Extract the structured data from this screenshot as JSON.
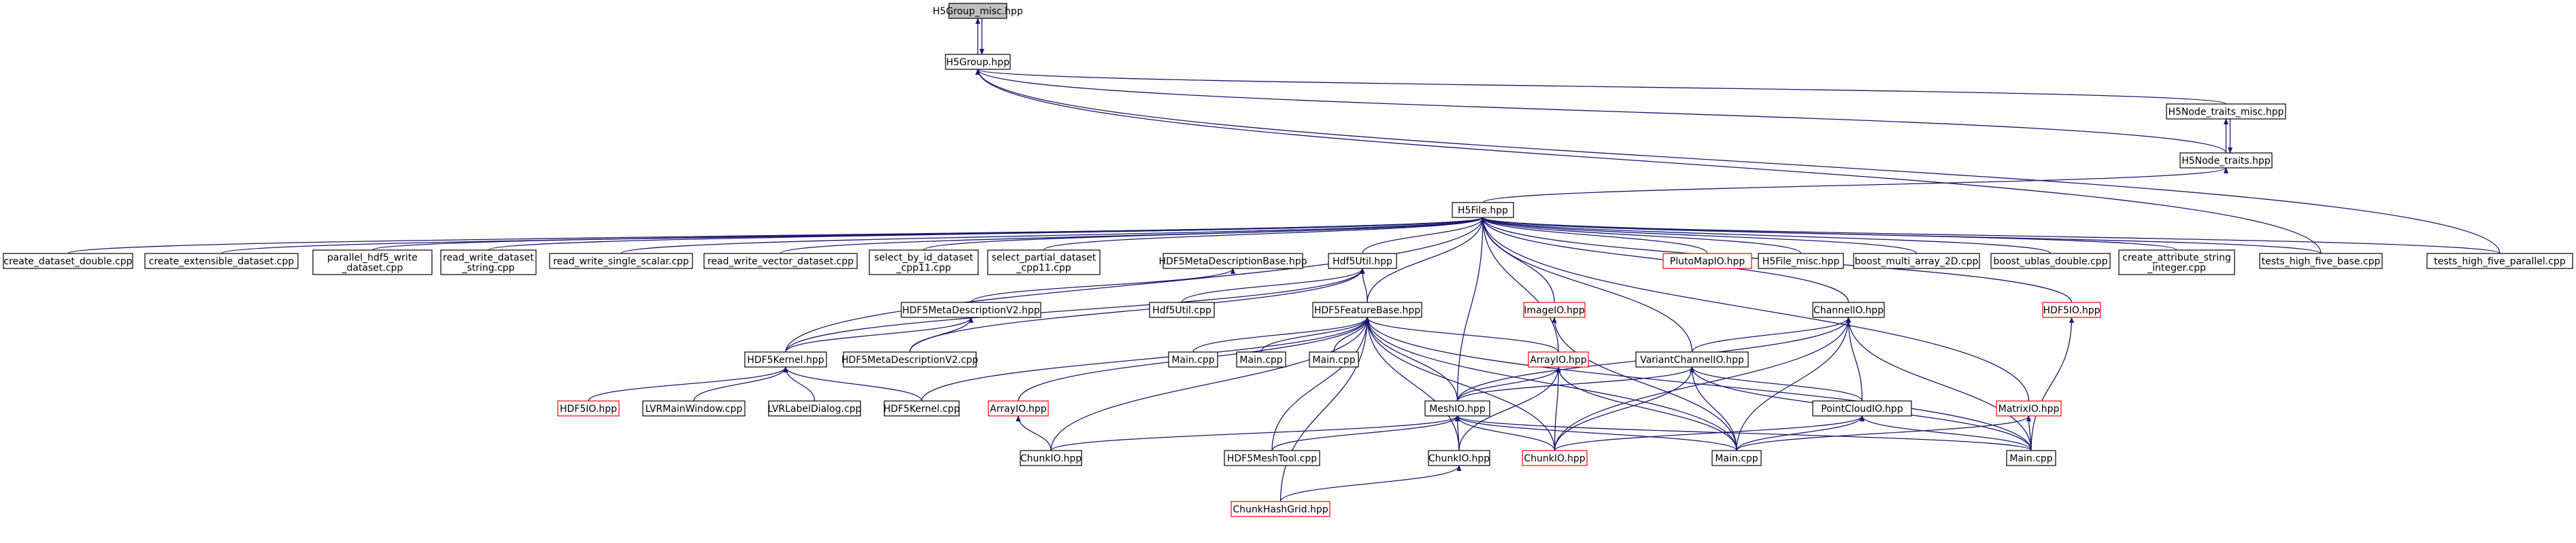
{
  "colors": {
    "edge": "#191970",
    "node_border": "#000000",
    "node_border_missing": "#ff0000",
    "root_fill": "#bfbfbf"
  },
  "nodes": [
    {
      "id": "h5group_misc",
      "label": [
        "H5Group_misc.hpp"
      ],
      "kind": "root"
    },
    {
      "id": "h5group",
      "label": [
        "H5Group.hpp"
      ]
    },
    {
      "id": "h5node_traits_misc",
      "label": [
        "H5Node_traits_misc.hpp"
      ]
    },
    {
      "id": "h5node_traits",
      "label": [
        "H5Node_traits.hpp"
      ]
    },
    {
      "id": "h5file",
      "label": [
        "H5File.hpp"
      ]
    },
    {
      "id": "create_dataset_double",
      "label": [
        "create_dataset_double.cpp"
      ]
    },
    {
      "id": "create_extensible_dataset",
      "label": [
        "create_extensible_dataset.cpp"
      ]
    },
    {
      "id": "parallel_hdf5_write",
      "label": [
        "parallel_hdf5_write",
        "_dataset.cpp"
      ]
    },
    {
      "id": "read_write_dataset_string",
      "label": [
        "read_write_dataset",
        "_string.cpp"
      ]
    },
    {
      "id": "read_write_single_scalar",
      "label": [
        "read_write_single_scalar.cpp"
      ]
    },
    {
      "id": "read_write_vector_dataset",
      "label": [
        "read_write_vector_dataset.cpp"
      ]
    },
    {
      "id": "select_by_id_dataset",
      "label": [
        "select_by_id_dataset",
        "_cpp11.cpp"
      ]
    },
    {
      "id": "select_partial_dataset",
      "label": [
        "select_partial_dataset",
        "_cpp11.cpp"
      ]
    },
    {
      "id": "hdf5metadescriptionbase",
      "label": [
        "HDF5MetaDescriptionBase.hpp"
      ]
    },
    {
      "id": "hdf5util_hpp",
      "label": [
        "Hdf5Util.hpp"
      ]
    },
    {
      "id": "plutomapio",
      "label": [
        "PlutoMapIO.hpp"
      ],
      "kind": "red"
    },
    {
      "id": "h5file_misc",
      "label": [
        "H5File_misc.hpp"
      ]
    },
    {
      "id": "boost_multi_array_2d",
      "label": [
        "boost_multi_array_2D.cpp"
      ]
    },
    {
      "id": "boost_ublas_double",
      "label": [
        "boost_ublas_double.cpp"
      ]
    },
    {
      "id": "create_attribute_string_integer",
      "label": [
        "create_attribute_string",
        "_integer.cpp"
      ]
    },
    {
      "id": "tests_high_five_base",
      "label": [
        "tests_high_five_base.cpp"
      ]
    },
    {
      "id": "tests_high_five_parallel",
      "label": [
        "tests_high_five_parallel.cpp"
      ]
    },
    {
      "id": "hdf5metadescriptionv2_hpp",
      "label": [
        "HDF5MetaDescriptionV2.hpp"
      ]
    },
    {
      "id": "hdf5util_cpp",
      "label": [
        "Hdf5Util.cpp"
      ]
    },
    {
      "id": "hdf5featurebase",
      "label": [
        "HDF5FeatureBase.hpp"
      ]
    },
    {
      "id": "imageio",
      "label": [
        "ImageIO.hpp"
      ],
      "kind": "red"
    },
    {
      "id": "channelio",
      "label": [
        "ChannelIO.hpp"
      ]
    },
    {
      "id": "hdf5io_right",
      "label": [
        "HDF5IO.hpp"
      ],
      "kind": "red"
    },
    {
      "id": "hdf5kernel_hpp",
      "label": [
        "HDF5Kernel.hpp"
      ]
    },
    {
      "id": "hdf5metadescriptionv2_cpp",
      "label": [
        "HDF5MetaDescriptionV2.cpp"
      ]
    },
    {
      "id": "main_cpp_a",
      "label": [
        "Main.cpp"
      ]
    },
    {
      "id": "main_cpp_b",
      "label": [
        "Main.cpp"
      ]
    },
    {
      "id": "main_cpp_c",
      "label": [
        "Main.cpp"
      ]
    },
    {
      "id": "arrayio_top",
      "label": [
        "ArrayIO.hpp"
      ],
      "kind": "red"
    },
    {
      "id": "variantchannelio",
      "label": [
        "VariantChannelIO.hpp"
      ]
    },
    {
      "id": "hdf5io_left",
      "label": [
        "HDF5IO.hpp"
      ],
      "kind": "red"
    },
    {
      "id": "lvrmainwindow",
      "label": [
        "LVRMainWindow.cpp"
      ]
    },
    {
      "id": "lvrlabeldialog",
      "label": [
        "LVRLabelDialog.cpp"
      ]
    },
    {
      "id": "hdf5kernel_cpp",
      "label": [
        "HDF5Kernel.cpp"
      ]
    },
    {
      "id": "arrayio_left",
      "label": [
        "ArrayIO.hpp"
      ],
      "kind": "red"
    },
    {
      "id": "meshio",
      "label": [
        "MeshIO.hpp"
      ]
    },
    {
      "id": "pointcloudio",
      "label": [
        "PointCloudIO.hpp"
      ]
    },
    {
      "id": "matrixio",
      "label": [
        "MatrixIO.hpp"
      ],
      "kind": "red"
    },
    {
      "id": "chunkio_left",
      "label": [
        "ChunkIO.hpp"
      ]
    },
    {
      "id": "hdf5meshtool",
      "label": [
        "HDF5MeshTool.cpp"
      ]
    },
    {
      "id": "chunkio_mid",
      "label": [
        "ChunkIO.hpp"
      ]
    },
    {
      "id": "chunkio_red",
      "label": [
        "ChunkIO.hpp"
      ],
      "kind": "red"
    },
    {
      "id": "main_cpp_d",
      "label": [
        "Main.cpp"
      ]
    },
    {
      "id": "main_cpp_e",
      "label": [
        "Main.cpp"
      ]
    },
    {
      "id": "chunkhashgrid",
      "label": [
        "ChunkHashGrid.hpp"
      ],
      "kind": "red"
    }
  ],
  "edges": [
    [
      "h5group_misc",
      "h5group"
    ],
    [
      "h5group",
      "h5group_misc"
    ],
    [
      "h5group",
      "h5node_traits_misc"
    ],
    [
      "h5group",
      "h5node_traits"
    ],
    [
      "h5group",
      "tests_high_five_base"
    ],
    [
      "h5group",
      "tests_high_five_parallel"
    ],
    [
      "h5node_traits_misc",
      "h5node_traits"
    ],
    [
      "h5node_traits",
      "h5node_traits_misc"
    ],
    [
      "h5node_traits",
      "h5file"
    ],
    [
      "h5file",
      "create_dataset_double"
    ],
    [
      "h5file",
      "create_extensible_dataset"
    ],
    [
      "h5file",
      "parallel_hdf5_write"
    ],
    [
      "h5file",
      "read_write_dataset_string"
    ],
    [
      "h5file",
      "read_write_single_scalar"
    ],
    [
      "h5file",
      "read_write_vector_dataset"
    ],
    [
      "h5file",
      "select_by_id_dataset"
    ],
    [
      "h5file",
      "select_partial_dataset"
    ],
    [
      "h5file",
      "hdf5util_hpp"
    ],
    [
      "h5file",
      "plutomapio"
    ],
    [
      "h5file",
      "h5file_misc"
    ],
    [
      "h5file",
      "boost_multi_array_2d"
    ],
    [
      "h5file",
      "boost_ublas_double"
    ],
    [
      "h5file",
      "create_attribute_string_integer"
    ],
    [
      "h5file",
      "tests_high_five_base"
    ],
    [
      "h5file",
      "tests_high_five_parallel"
    ],
    [
      "h5file",
      "hdf5featurebase"
    ],
    [
      "h5file",
      "imageio"
    ],
    [
      "h5file",
      "channelio"
    ],
    [
      "h5file",
      "hdf5io_right"
    ],
    [
      "h5file",
      "hdf5kernel_hpp"
    ],
    [
      "h5file",
      "meshio"
    ],
    [
      "h5file",
      "variantchannelio"
    ],
    [
      "h5file",
      "matrixio"
    ],
    [
      "h5file",
      "arrayio_top"
    ],
    [
      "hdf5metadescriptionbase",
      "hdf5metadescriptionv2_hpp"
    ],
    [
      "hdf5util_hpp",
      "hdf5featurebase"
    ],
    [
      "hdf5util_hpp",
      "hdf5util_cpp"
    ],
    [
      "hdf5util_hpp",
      "hdf5metadescriptionv2_cpp"
    ],
    [
      "hdf5util_hpp",
      "hdf5kernel_hpp"
    ],
    [
      "hdf5metadescriptionv2_hpp",
      "hdf5kernel_hpp"
    ],
    [
      "hdf5metadescriptionv2_hpp",
      "hdf5metadescriptionv2_cpp"
    ],
    [
      "hdf5featurebase",
      "hdf5kernel_cpp"
    ],
    [
      "hdf5featurebase",
      "main_cpp_a"
    ],
    [
      "hdf5featurebase",
      "main_cpp_b"
    ],
    [
      "hdf5featurebase",
      "main_cpp_c"
    ],
    [
      "hdf5featurebase",
      "arrayio_top"
    ],
    [
      "hdf5featurebase",
      "arrayio_left"
    ],
    [
      "hdf5featurebase",
      "meshio"
    ],
    [
      "hdf5featurebase",
      "chunkio_left"
    ],
    [
      "hdf5featurebase",
      "hdf5meshtool"
    ],
    [
      "hdf5featurebase",
      "chunkio_mid"
    ],
    [
      "hdf5featurebase",
      "chunkio_red"
    ],
    [
      "hdf5featurebase",
      "main_cpp_d"
    ],
    [
      "hdf5featurebase",
      "chunkhashgrid"
    ],
    [
      "hdf5featurebase",
      "main_cpp_e"
    ],
    [
      "hdf5kernel_hpp",
      "hdf5io_left"
    ],
    [
      "hdf5kernel_hpp",
      "lvrmainwindow"
    ],
    [
      "hdf5kernel_hpp",
      "lvrlabeldialog"
    ],
    [
      "hdf5kernel_hpp",
      "hdf5kernel_cpp"
    ],
    [
      "imageio",
      "main_cpp_d"
    ],
    [
      "channelio",
      "variantchannelio"
    ],
    [
      "channelio",
      "meshio"
    ],
    [
      "channelio",
      "pointcloudio"
    ],
    [
      "channelio",
      "chunkio_red"
    ],
    [
      "channelio",
      "main_cpp_d"
    ],
    [
      "channelio",
      "main_cpp_e"
    ],
    [
      "arrayio_top",
      "meshio"
    ],
    [
      "arrayio_top",
      "chunkio_mid"
    ],
    [
      "arrayio_top",
      "chunkio_red"
    ],
    [
      "arrayio_top",
      "main_cpp_d"
    ],
    [
      "variantchannelio",
      "meshio"
    ],
    [
      "variantchannelio",
      "pointcloudio"
    ],
    [
      "variantchannelio",
      "chunkio_red"
    ],
    [
      "variantchannelio",
      "main_cpp_d"
    ],
    [
      "variantchannelio",
      "main_cpp_e"
    ],
    [
      "arrayio_left",
      "chunkio_left"
    ],
    [
      "meshio",
      "chunkio_left"
    ],
    [
      "meshio",
      "hdf5meshtool"
    ],
    [
      "meshio",
      "chunkio_mid"
    ],
    [
      "meshio",
      "chunkio_red"
    ],
    [
      "meshio",
      "main_cpp_d"
    ],
    [
      "meshio",
      "main_cpp_e"
    ],
    [
      "pointcloudio",
      "chunkio_red"
    ],
    [
      "pointcloudio",
      "main_cpp_d"
    ],
    [
      "pointcloudio",
      "main_cpp_e"
    ],
    [
      "matrixio",
      "main_cpp_d"
    ],
    [
      "matrixio",
      "main_cpp_e"
    ],
    [
      "hdf5io_right",
      "main_cpp_e"
    ],
    [
      "chunkio_mid",
      "chunkhashgrid"
    ]
  ]
}
